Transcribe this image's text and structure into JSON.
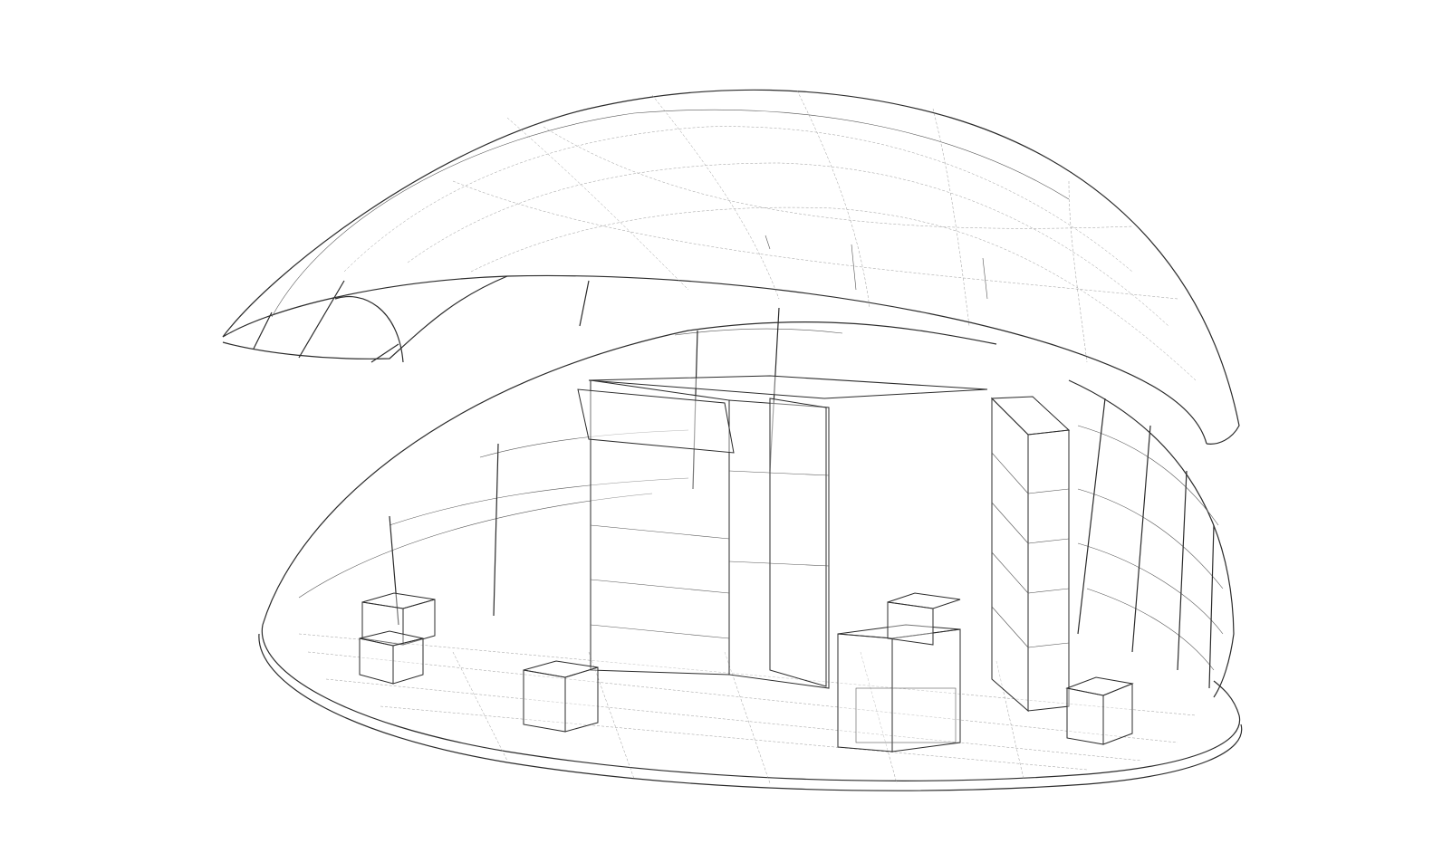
{
  "drawing": {
    "type": "exploded axonometric line drawing",
    "colors": {
      "background": "#ffffff",
      "line": "#2b2b2b",
      "hidden_line": "#9a9a9a"
    },
    "components": [
      "roof-shell",
      "wall-shell",
      "floor-platform",
      "shelving-ribs",
      "central-cabinet",
      "tall-shelf-unit",
      "desk-unit",
      "cube-stools"
    ]
  }
}
